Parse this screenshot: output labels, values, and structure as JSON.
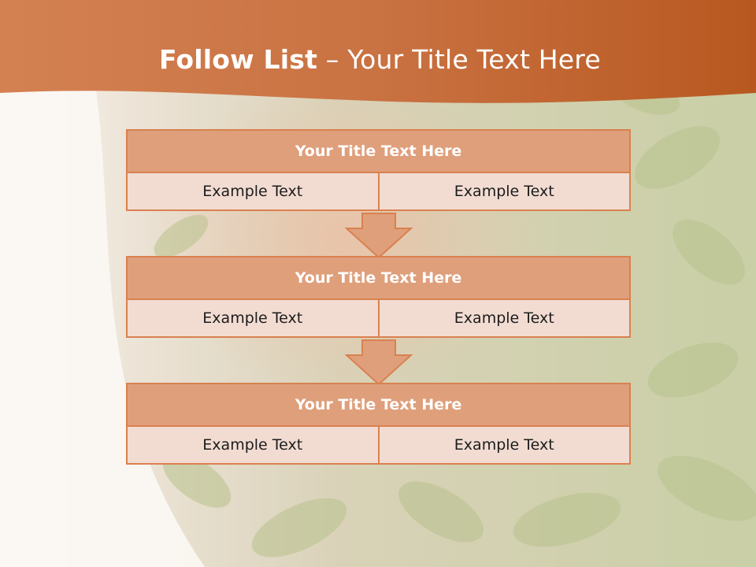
{
  "header": {
    "title_bold": "Follow List",
    "title_rest": " – Your Title Text Here"
  },
  "steps": [
    {
      "title": "Your Title Text Here",
      "left": "Example Text",
      "right": "Example Text"
    },
    {
      "title": "Your Title Text Here",
      "left": "Example Text",
      "right": "Example Text"
    },
    {
      "title": "Your Title Text Here",
      "left": "Example Text",
      "right": "Example Text"
    }
  ],
  "colors": {
    "header_band": "#c96a35",
    "title_fill": "#df9f7b",
    "cell_fill": "#f2dcd2",
    "border": "#d9814f"
  }
}
